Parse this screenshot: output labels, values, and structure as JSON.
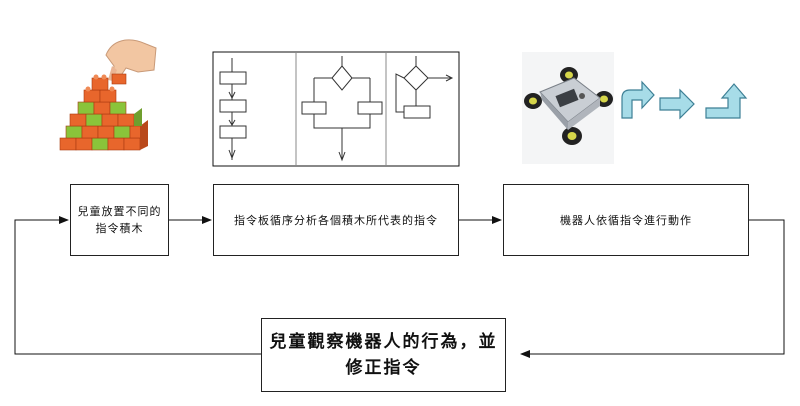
{
  "step_blocks": {
    "line1": "兒童放置不同的",
    "line2": "指令積木"
  },
  "step_board": {
    "text": "指令板循序分析各個積木所代表的指令"
  },
  "step_robot": {
    "text": "機器人依循指令進行動作"
  },
  "step_observe": {
    "line1": "兒童觀察機器人的行為，並",
    "line2": "修正指令"
  },
  "colors": {
    "arrow_fill": "#a7dce8",
    "arrow_stroke": "#3d7f95",
    "block_orange": "#e8662c",
    "block_green": "#8ac43a"
  },
  "icons": [
    "hand-with-blocks-image",
    "flowchart-image",
    "robot-car-image",
    "turn-right-arrow-icon",
    "forward-arrow-icon",
    "turn-left-arrow-icon"
  ]
}
